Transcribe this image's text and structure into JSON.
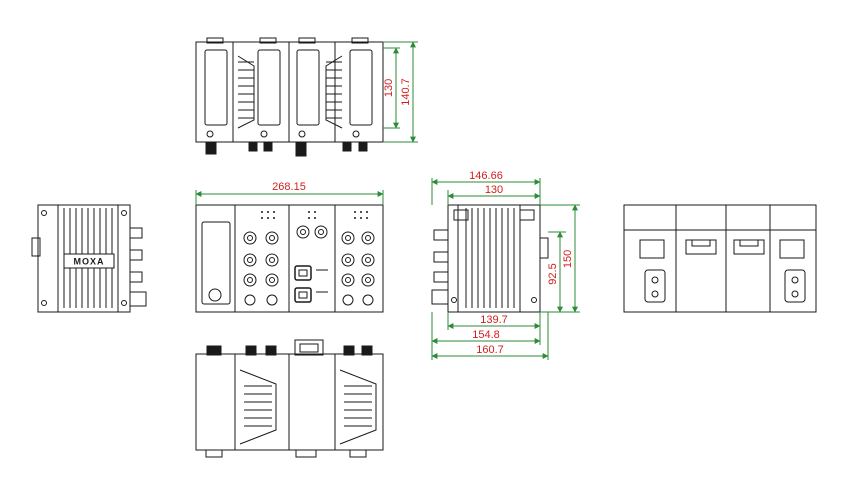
{
  "colors": {
    "outline": "#1a1a1a",
    "dimension_line": "#2e8b3a",
    "dimension_text": "#d21e1e",
    "fill_dark": "#1a1a1a",
    "background": "#ffffff"
  },
  "brand": {
    "logo": "MOXA"
  },
  "dimensions": {
    "top_view_height_inner": "130",
    "top_view_height_outer": "140.7",
    "front_width": "268.15",
    "side_top_outer": "146.66",
    "side_top_inner": "130",
    "side_height_outer": "150",
    "side_height_inner": "92.5",
    "side_bottom_1": "139.7",
    "side_bottom_2": "154.8",
    "side_bottom_3": "160.7"
  }
}
